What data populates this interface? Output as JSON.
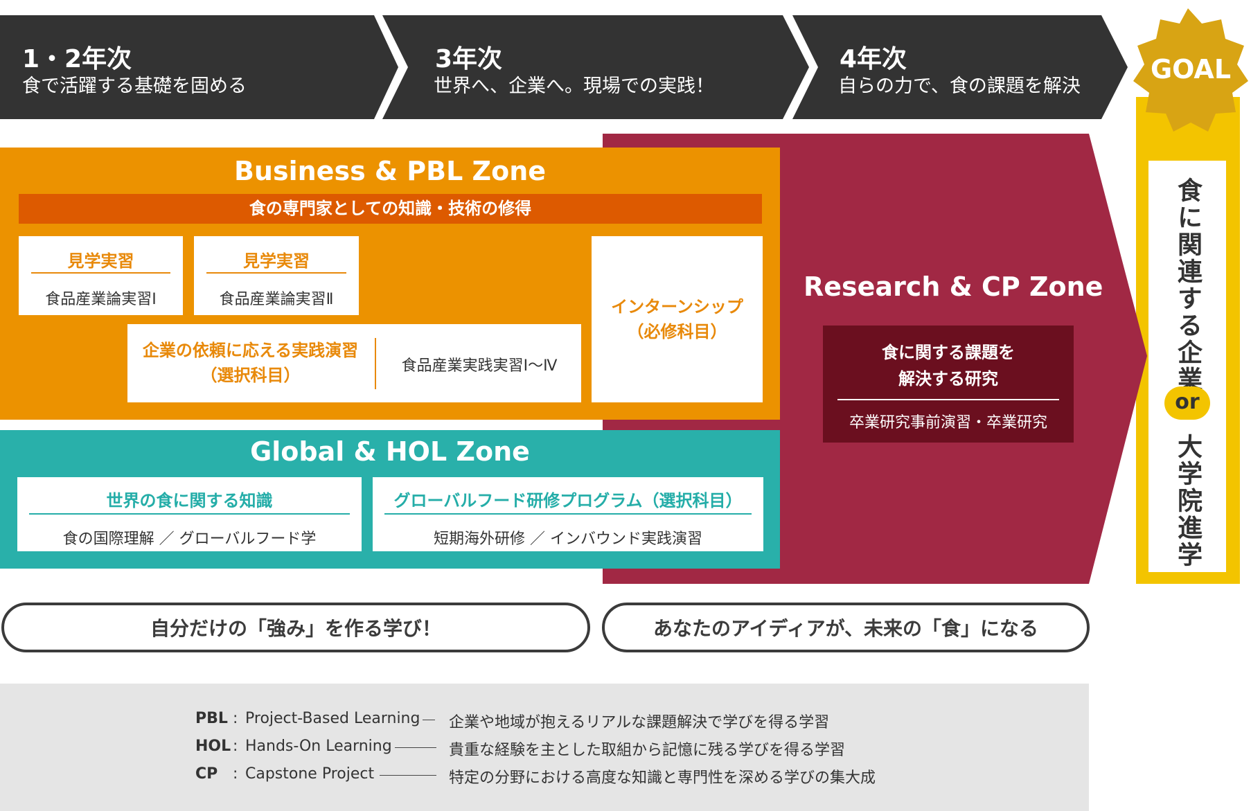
{
  "stages": [
    {
      "year": "1・2年次",
      "subtitle": "食で活躍する基礎を固める"
    },
    {
      "year": "3年次",
      "subtitle": "世界へ、企業へ。現場での実践！"
    },
    {
      "year": "4年次",
      "subtitle": "自らの力で、食の課題を解決"
    }
  ],
  "goal": {
    "badge": "GOAL",
    "option1": "食に関連する企業",
    "or": "or",
    "option2": "大学院進学"
  },
  "business_zone": {
    "title": "Business & PBL Zone",
    "banner": "食の専門家としての知識・技術の修得",
    "box1": {
      "title": "見学実習",
      "text": "食品産業論実習Ⅰ"
    },
    "box2": {
      "title": "見学実習",
      "text": "食品産業論実習Ⅱ"
    },
    "box3": {
      "title": "企業の依頼に応える実践演習\n（選択科目）",
      "text": "食品産業実践実習Ⅰ〜Ⅳ"
    },
    "box4": {
      "title": "インターンシップ\n（必修科目）"
    }
  },
  "global_zone": {
    "title": "Global & HOL Zone",
    "box1": {
      "title": "世界の食に関する知識",
      "text": "食の国際理解 ／ グローバルフード学"
    },
    "box2": {
      "title": "グローバルフード研修プログラム（選択科目）",
      "text": "短期海外研修 ／ インバウンド実践演習"
    }
  },
  "research_zone": {
    "title": "Research & CP Zone",
    "box_title": "食に関する課題を\n解決する研究",
    "box_text": "卒業研究事前演習・卒業研究"
  },
  "slogans": [
    "自分だけの「強み」を作る学び！",
    "あなたのアイディアが、未来の「食」になる"
  ],
  "glossary": [
    {
      "abbr": "PBL",
      "full": "Project-Based Learning",
      "desc": "企業や地域が抱えるリアルな課題解決で学びを得る学習"
    },
    {
      "abbr": "HOL",
      "full": "Hands-On Learning",
      "desc": "貴重な経験を主とした取組から記憶に残る学びを得る学習"
    },
    {
      "abbr": "CP",
      "full": "Capstone Project",
      "desc": "特定の分野における高度な知識と専門性を深める学びの集大成"
    }
  ],
  "colors": {
    "stage_bg": "#333333",
    "business_orange": "#ec9200",
    "banner_orange": "#dd5a00",
    "global_teal": "#29b0aa",
    "research_crimson": "#a12844",
    "research_box": "#6b0f1f",
    "goal_gold": "#f3c400",
    "badge_gold": "#d8a414",
    "glossary_bg": "#e5e5e5"
  }
}
